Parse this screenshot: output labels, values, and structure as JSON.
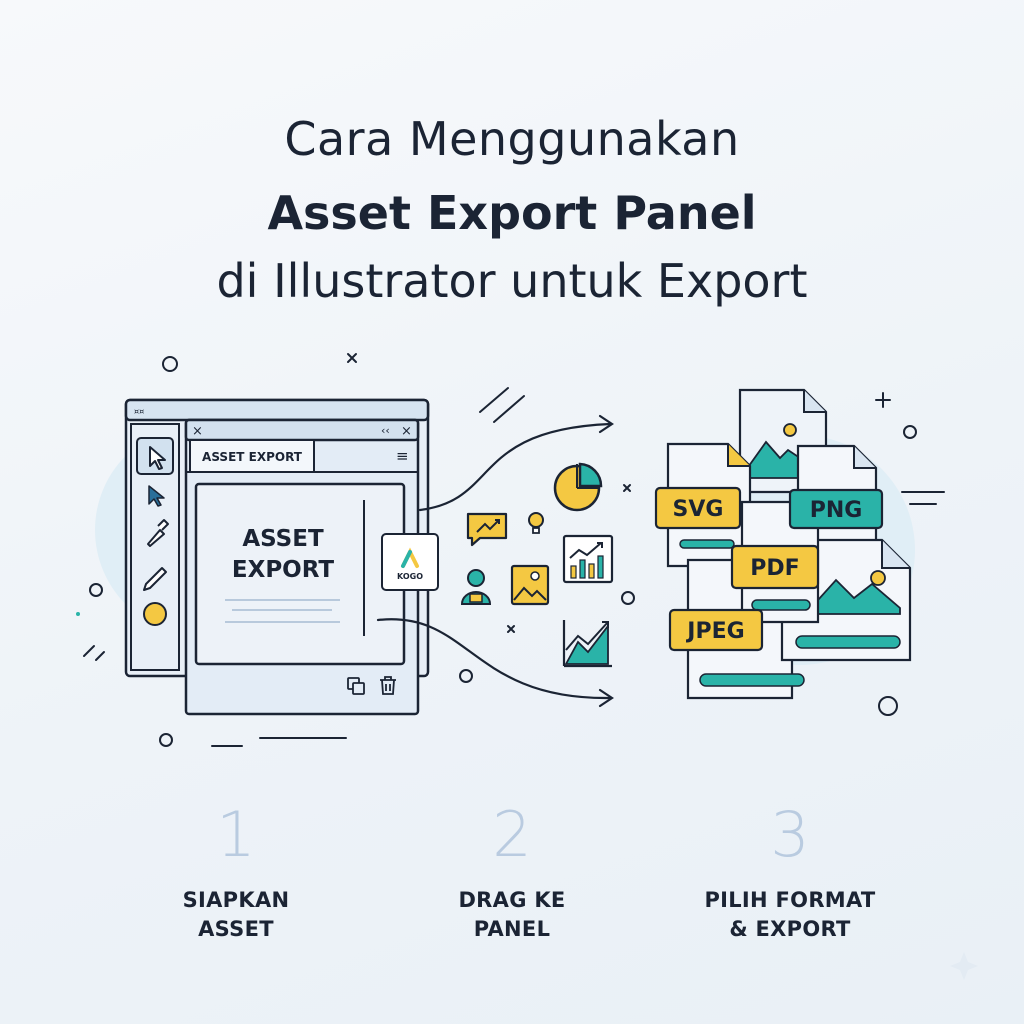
{
  "title": {
    "line1": "Cara Menggunakan",
    "line2": "Asset Export Panel",
    "line3": "di Illustrator untuk Export"
  },
  "panel": {
    "tab_label": "ASSET EXPORT",
    "heading_line1": "ASSET",
    "heading_line2": "EXPORT",
    "close_symbol": "×",
    "collapse_symbol": "‹‹",
    "menu_symbol": "≡",
    "logo_text": "KOGO"
  },
  "formats": {
    "svg": "SVG",
    "png": "PNG",
    "pdf": "PDF",
    "jpeg": "JPEG"
  },
  "steps": [
    {
      "number": "1",
      "label": "SIAPKAN\nASSET"
    },
    {
      "number": "2",
      "label": "DRAG KE\nPANEL"
    },
    {
      "number": "3",
      "label": "PILIH FORMAT\n& EXPORT"
    }
  ],
  "colors": {
    "background": "#f2f6fa",
    "ink": "#1b2434",
    "accent_yellow": "#f4c842",
    "accent_teal": "#2ab3a8",
    "panel_fill": "#e3ecf6",
    "step_number": "#b9cbe0"
  },
  "icons": [
    "selection-arrow-icon",
    "direct-selection-icon",
    "pen-tool-icon",
    "pencil-icon",
    "pie-chart-icon",
    "trend-chat-icon",
    "lightbulb-icon",
    "bar-chart-icon",
    "person-icon",
    "image-icon",
    "line-chart-icon",
    "duplicate-icon",
    "trash-icon"
  ]
}
